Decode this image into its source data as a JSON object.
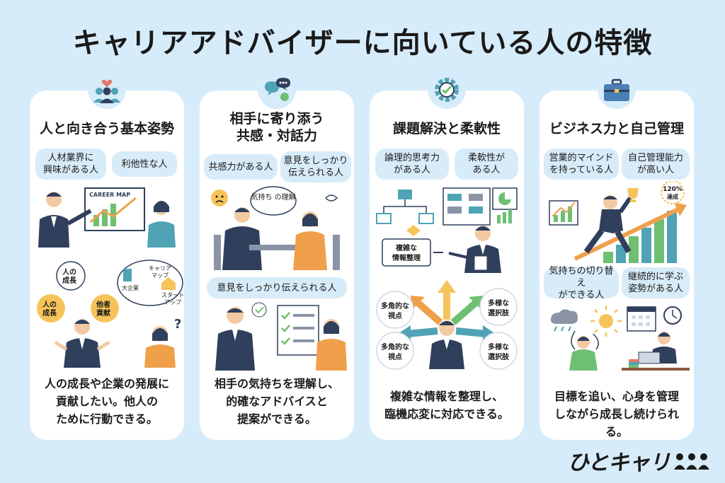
{
  "title": "キャリアアドバイザーに向いている人の特徴",
  "cards": [
    {
      "title": "人と向き合う基本姿勢",
      "icon": "people-heart-icon",
      "traits": [
        "人材業界に\n興味がある人",
        "利他性な人"
      ],
      "illus_labels": [
        "CAREER MAP",
        "人の\n成長",
        "人の\n成長",
        "他者\n貢献",
        "キャリア\nマップ",
        "大企業",
        "スタート\nアップ",
        "?"
      ],
      "description": "人の成長や企業の発展に\n貢献したい。他人の\nために行動できる。"
    },
    {
      "title": "相手に寄り添う\n共感・対話力",
      "icon": "chat-bubbles-icon",
      "traits": [
        "共感力がある人",
        "意見をしっかり\n伝えられる人",
        "意見をしっかり伝えられる人"
      ],
      "illus_labels": [
        "気持ち\nの理解"
      ],
      "description": "相手の気持ちを理解し、\n的確なアドバイスと\n提案ができる。"
    },
    {
      "title": "課題解決と柔軟性",
      "icon": "gear-check-icon",
      "traits": [
        "論理的思考力\nがある人",
        "柔軟性が\nある人"
      ],
      "illus_labels": [
        "複雑な\n情報整理",
        "多角的な\n視点",
        "多様な\n選択肢",
        "多角的な\n視点",
        "多様な\n選択肢"
      ],
      "description": "複雑な情報を整理し、\n臨機応変に対応できる。"
    },
    {
      "title": "ビジネス力と自己管理",
      "icon": "briefcase-icon",
      "traits": [
        "営業的マインド\nを持っている人",
        "自己管理能力\nが高い人",
        "気持ちの切り替え\nができる人",
        "継続的に学ぶ\n姿勢がある人"
      ],
      "illus_labels": [
        "120%\n達成"
      ],
      "description": "目標を追い、心身を管理\nしながら成長し続けられる。"
    }
  ],
  "logo": "ひとキャリ",
  "colors": {
    "background": "#d7ecfa",
    "card": "#ffffff",
    "pill": "#d8ebf8",
    "navy": "#2f3f5c",
    "orange": "#f0a04b",
    "green": "#6fbf73",
    "teal": "#4fa3b5"
  }
}
